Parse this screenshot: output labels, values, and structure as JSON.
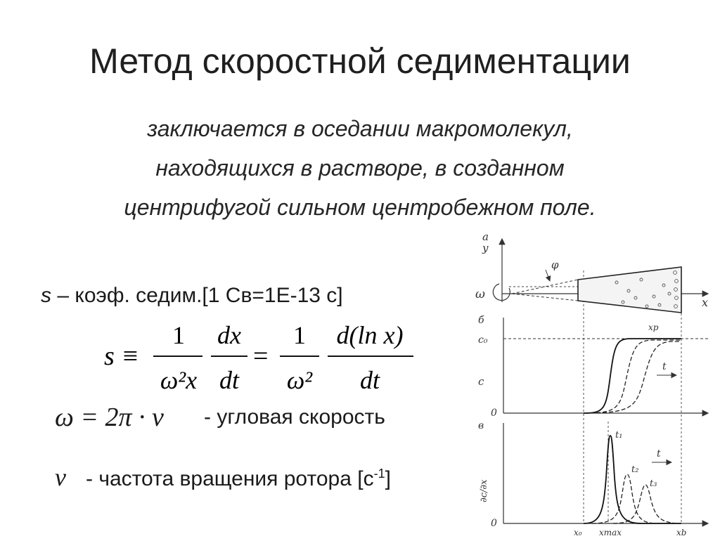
{
  "slide": {
    "title": "Метод скоростной седиментации",
    "subtitle_lines": [
      "заключается в оседании макромолекул,",
      "находящихся в растворе, в созданном",
      "центрифугой сильном центробежном поле."
    ],
    "s_symbol": "s",
    "s_description": "– коэф. седим.[1 Св=1E-13 с]",
    "formula": {
      "lhs": "s ≡",
      "f1_num": "1",
      "f1_den": "ω²x",
      "f2_num": "dx",
      "f2_den": "dt",
      "eq": "=",
      "f3_num": "1",
      "f3_den": "ω²",
      "f4_num": "d(ln x)",
      "f4_den": "dt"
    },
    "omega_formula": "ω = 2π · ν",
    "omega_desc": "- угловая скорость",
    "nu_symbol": "ν",
    "nu_desc": "- частота вращения ротора [с",
    "nu_unit_exp": "-1",
    "nu_close": "]"
  },
  "figure": {
    "panel_a_label": "a",
    "y_label": "y",
    "phi_label": "φ",
    "omega_label": "ω",
    "x_label": "x",
    "xp_label": "xp",
    "panel_b_label": "б",
    "c0_label": "c₀",
    "c_label": "c",
    "zero_label": "0",
    "t_label": "t",
    "panel_c_label": "в",
    "t1_label": "t₁",
    "t2_label": "t₂",
    "t3_label": "t₃",
    "dcdx_label": "∂c/∂x",
    "x0_label": "x₀",
    "xmax_label": "xmax",
    "xb_label": "xb"
  }
}
